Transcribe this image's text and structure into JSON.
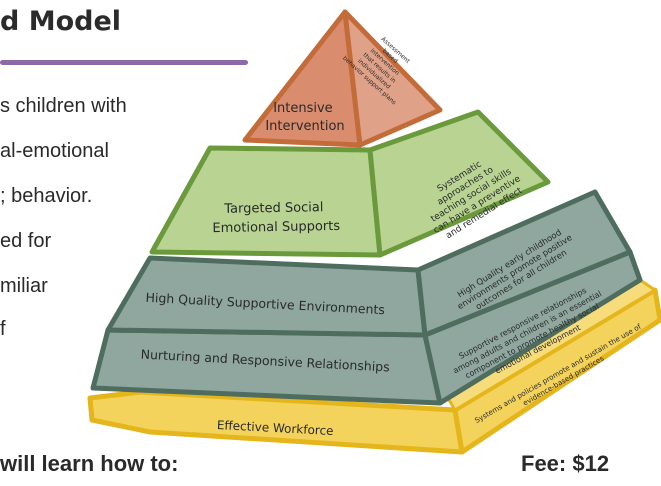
{
  "page": {
    "title": "d Model",
    "body_lines": [
      "s children with",
      "al-emotional",
      "; behavior.",
      "ed for",
      "miliar",
      "f"
    ],
    "bottom_left": "will learn how to:",
    "fee": "Fee: $12"
  },
  "pyramid": {
    "tiers": [
      {
        "label_lines": [
          "Intensive",
          "Intervention"
        ],
        "side_lines": [
          "Assessment",
          "based",
          "intervention",
          "that results in",
          "individualized",
          "behavior support plans"
        ],
        "color": "#d98d6e"
      },
      {
        "label_lines": [
          "Targeted Social",
          "Emotional Supports"
        ],
        "side_lines": [
          "Systematic",
          "approaches to",
          "teaching social skills",
          "can have a preventive",
          "and remedial effect"
        ],
        "color": "#b8d392"
      },
      {
        "label_lines": [
          "High Quality Supportive Environments"
        ],
        "side_lines": [
          "High Quality early childhood",
          "environments promote positive",
          "outcomes for all children"
        ],
        "color": "#8fa79f"
      },
      {
        "label_lines": [
          "Nurturing and Responsive Relationships"
        ],
        "side_lines": [
          "Supportive responsive relationships",
          "among adults and children is an essential",
          "component to promote healthy social",
          "emotional development"
        ],
        "color": "#8fa79f"
      }
    ],
    "base": {
      "label": "Effective Workforce",
      "side_lines": [
        "Systems and policies promote and sustain the use of",
        "evidence-based practices"
      ],
      "color": "#f4d35c"
    },
    "colors": {
      "top_outline": "#c46b3a",
      "green_outline": "#6a9a3c",
      "teal_outline": "#4f6d5f",
      "base_outline": "#e5b51c"
    }
  }
}
